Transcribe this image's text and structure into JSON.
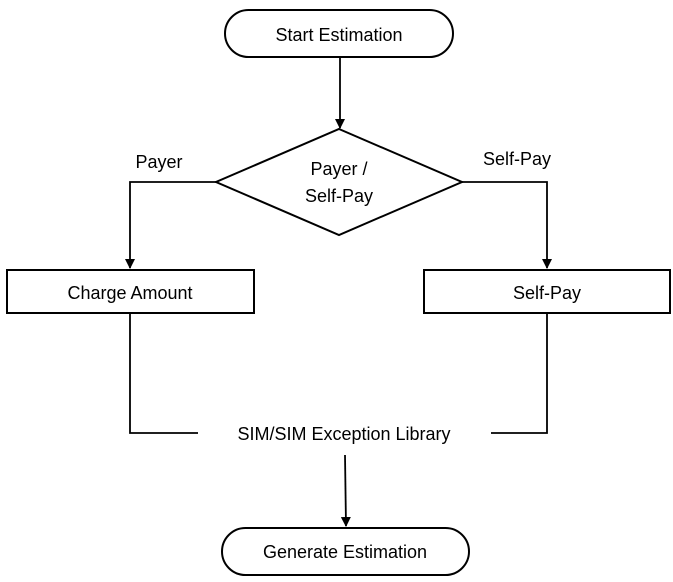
{
  "diagram": {
    "nodes": {
      "start": {
        "label": "Start Estimation",
        "shape": "terminator"
      },
      "decision": {
        "label_line1": "Payer /",
        "label_line2": "Self-Pay",
        "shape": "decision"
      },
      "charge_amount": {
        "label": "Charge Amount",
        "shape": "process"
      },
      "self_pay": {
        "label": "Self-Pay",
        "shape": "process"
      },
      "library": {
        "label": "SIM/SIM Exception Library",
        "shape": "text"
      },
      "generate": {
        "label": "Generate Estimation",
        "shape": "terminator"
      }
    },
    "edge_labels": {
      "payer": "Payer",
      "self_pay": "Self-Pay"
    },
    "colors": {
      "stroke": "#000000",
      "fill": "#ffffff",
      "text": "#000000"
    }
  }
}
